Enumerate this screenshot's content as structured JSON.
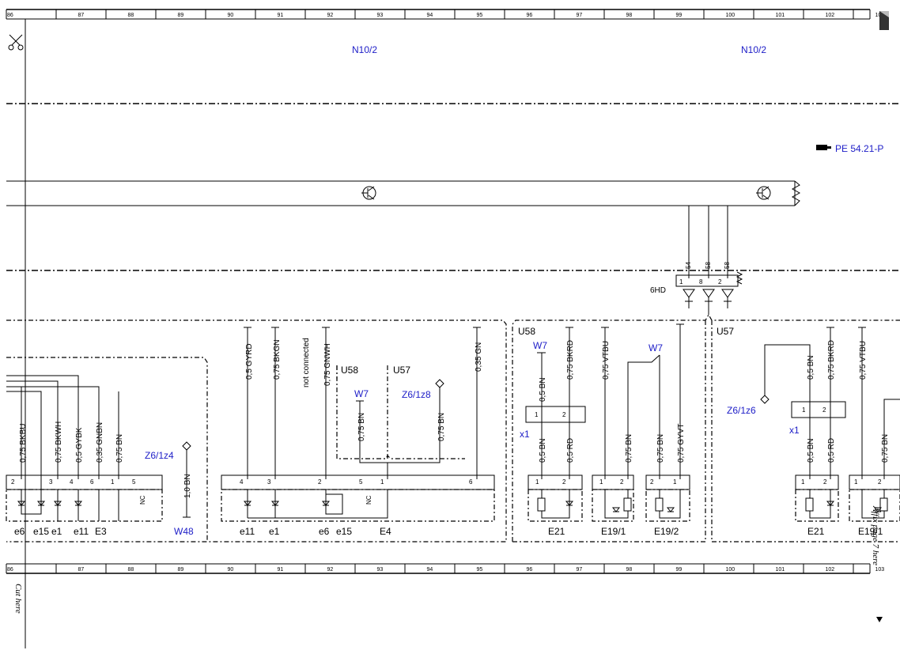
{
  "grid": {
    "columns": [
      "86",
      "87",
      "88",
      "89",
      "90",
      "91",
      "92",
      "93",
      "94",
      "95",
      "96",
      "97",
      "98",
      "99",
      "100",
      "101",
      "102",
      "103"
    ]
  },
  "cut_marks": {
    "left": "Cut here",
    "right": "Affix page 7 here"
  },
  "controllers": {
    "left": "N10/2",
    "right": "N10/2"
  },
  "reference": "PE 54.21-P",
  "connector_6hd": {
    "label": "6HD",
    "pins": [
      "1",
      "8",
      "2"
    ],
    "wires": [
      "54",
      "58",
      "58"
    ]
  },
  "wires_left": [
    "0,75 BKBU",
    "0,75 BKWH",
    "0,5 GYBK",
    "0,35 GNBN",
    "0,75 BN",
    "1,0 BN"
  ],
  "wires_mid": [
    "0,5 GYRD",
    "0,75 BKGN",
    "not connected",
    "0,75 GNWH",
    "0,75 BN",
    "0,75 BN",
    "0,35 GN"
  ],
  "wires_u58": [
    "0,5 BN",
    "0,75 BKRD",
    "0,5 BN",
    "0,5 RD",
    "0,75 VTBU",
    "0,75 BN",
    "0,75 BN",
    "0,75 GYVT"
  ],
  "wires_u57": [
    "0,5 BN",
    "0,75 BKRD",
    "0,75 VTBU",
    "0,5 BN",
    "0,5 RD",
    "0,75 BN"
  ],
  "refs": {
    "z6_1z4": "Z6/1z4",
    "z6_1z8": "Z6/1z8",
    "z6_1z6": "Z6/1z6",
    "w48": "W48",
    "w7": "W7",
    "x1": "x1",
    "u58": "U58",
    "u57": "U57",
    "nc": "NC"
  },
  "components": {
    "e3": [
      "e6",
      "e15",
      "e1",
      "e11",
      "E3"
    ],
    "e4": [
      "e11",
      "e1",
      "e6",
      "e15",
      "E4"
    ],
    "e21a": "E21",
    "e19_1": "E19/1",
    "e19_2": "E19/2",
    "e21b": "E21",
    "e19b": "E19/1"
  },
  "pins": {
    "e3": [
      "2",
      "3",
      "4",
      "6",
      "1",
      "5"
    ],
    "e4": [
      "4",
      "3",
      "2",
      "5",
      "1",
      "6"
    ],
    "two": [
      "1",
      "2"
    ]
  }
}
